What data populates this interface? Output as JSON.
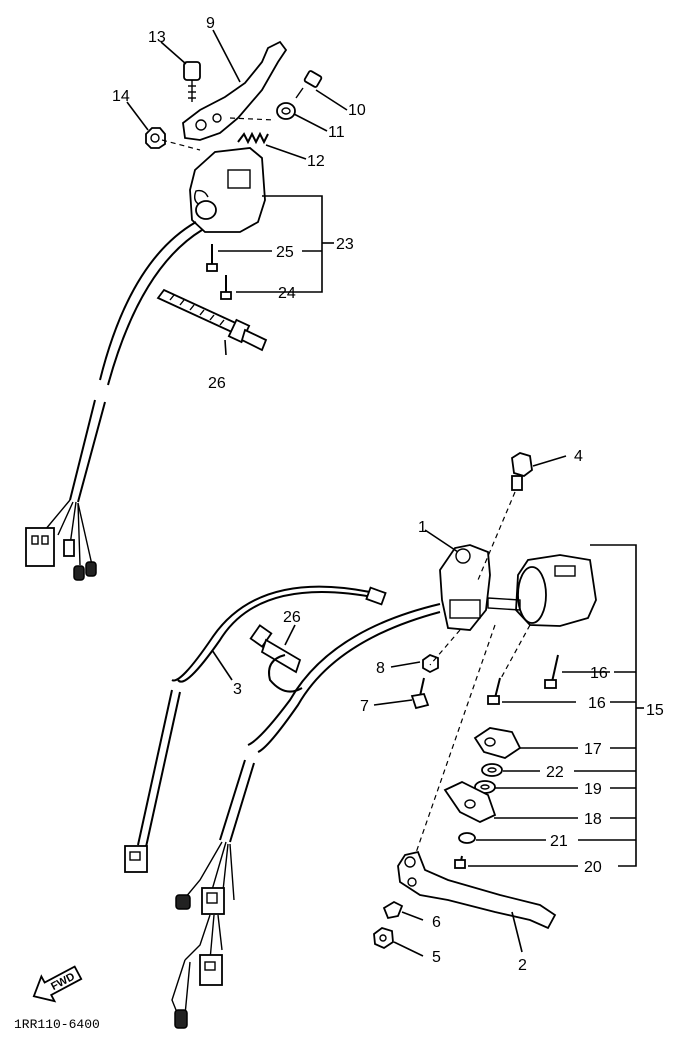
{
  "diagram": {
    "part_numbers": {
      "p1": "1",
      "p2": "2",
      "p3": "3",
      "p4": "4",
      "p5": "5",
      "p6": "6",
      "p7": "7",
      "p8": "8",
      "p9": "9",
      "p10": "10",
      "p11": "11",
      "p12": "12",
      "p13": "13",
      "p14": "14",
      "p15": "15",
      "p16a": "16",
      "p16b": "16",
      "p17": "17",
      "p18": "18",
      "p19": "19",
      "p20": "20",
      "p21": "21",
      "p22": "22",
      "p23": "23",
      "p24": "24",
      "p25": "25",
      "p26a": "26",
      "p26b": "26"
    },
    "fwd_label": "FWD",
    "drawing_code": "1RR110-6400"
  }
}
